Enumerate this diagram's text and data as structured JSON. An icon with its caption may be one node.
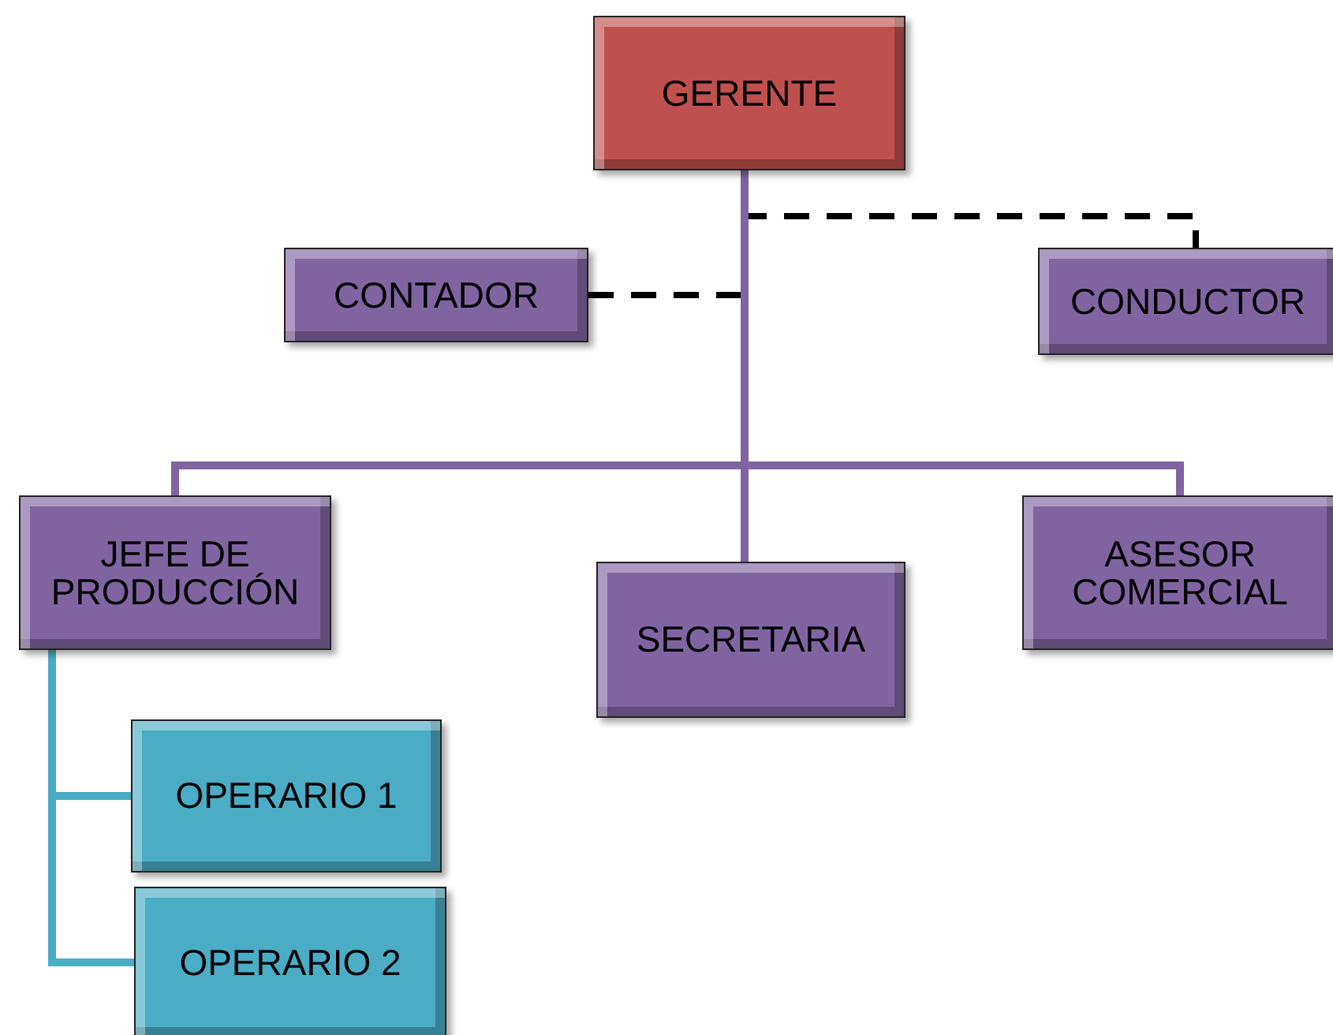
{
  "diagram": {
    "nodes": [
      {
        "text": [
          "GERENTE"
        ]
      },
      {
        "text": [
          "CONTADOR"
        ]
      },
      {
        "text": [
          "CONDUCTOR"
        ]
      },
      {
        "text": [
          "JEFE DE PRODUCCIÓN"
        ]
      },
      {
        "text": [
          "SECRETARIA"
        ]
      },
      {
        "text": [
          "ASESOR COMERCIAL"
        ]
      },
      {
        "text": [
          "OPERARIO 1"
        ]
      },
      {
        "text": [
          "OPERARIO 2"
        ]
      }
    ],
    "edges": [
      {
        "from": 0,
        "to": 1,
        "arrow": "none",
        "style": "dashed",
        "color": "#000000"
      },
      {
        "from": 0,
        "to": 2,
        "arrow": "none",
        "style": "dashed",
        "color": "#000000"
      },
      {
        "from": 0,
        "to": 3,
        "arrow": "none"
      },
      {
        "from": 0,
        "to": 4,
        "arrow": "none"
      },
      {
        "from": 0,
        "to": 5,
        "arrow": "none"
      },
      {
        "from": 3,
        "to": 6,
        "arrow": "none",
        "color": "#4bacc6"
      },
      {
        "from": 3,
        "to": 7,
        "arrow": "none",
        "color": "#4bacc6"
      }
    ]
  }
}
